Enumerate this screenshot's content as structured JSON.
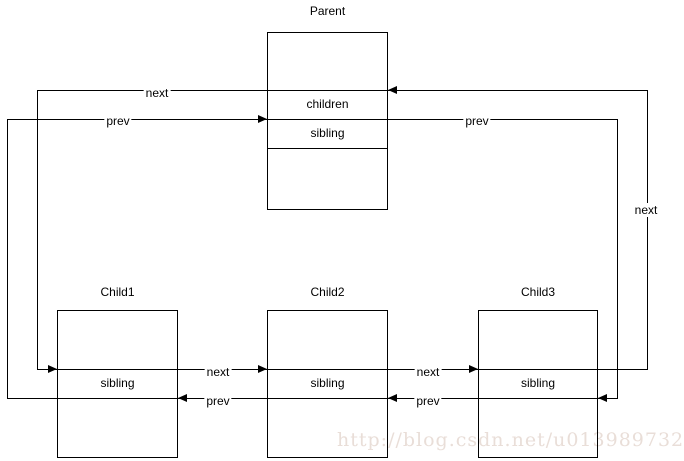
{
  "diagram": {
    "parent": {
      "title": "Parent",
      "cells": {
        "children": "children",
        "sibling": "sibling"
      }
    },
    "child_nodes": [
      {
        "title": "Child1",
        "cell": "sibling"
      },
      {
        "title": "Child2",
        "cell": "sibling"
      },
      {
        "title": "Child3",
        "cell": "sibling"
      }
    ],
    "edge_labels": {
      "parent_next_left": "next",
      "child1_prev_parent": "prev",
      "child3_next_parent": "next",
      "parent_prev_child3": "prev",
      "child1_next_child2": "next",
      "child2_prev_child1": "prev",
      "child2_next_child3": "next",
      "child3_prev_child2": "prev"
    }
  },
  "watermark": {
    "text": "http://blog.csdn.net/u013989732"
  },
  "colors": {
    "background": "#ffffff",
    "diagram_line": "#000000",
    "watermark_text": "#e9ded8"
  }
}
